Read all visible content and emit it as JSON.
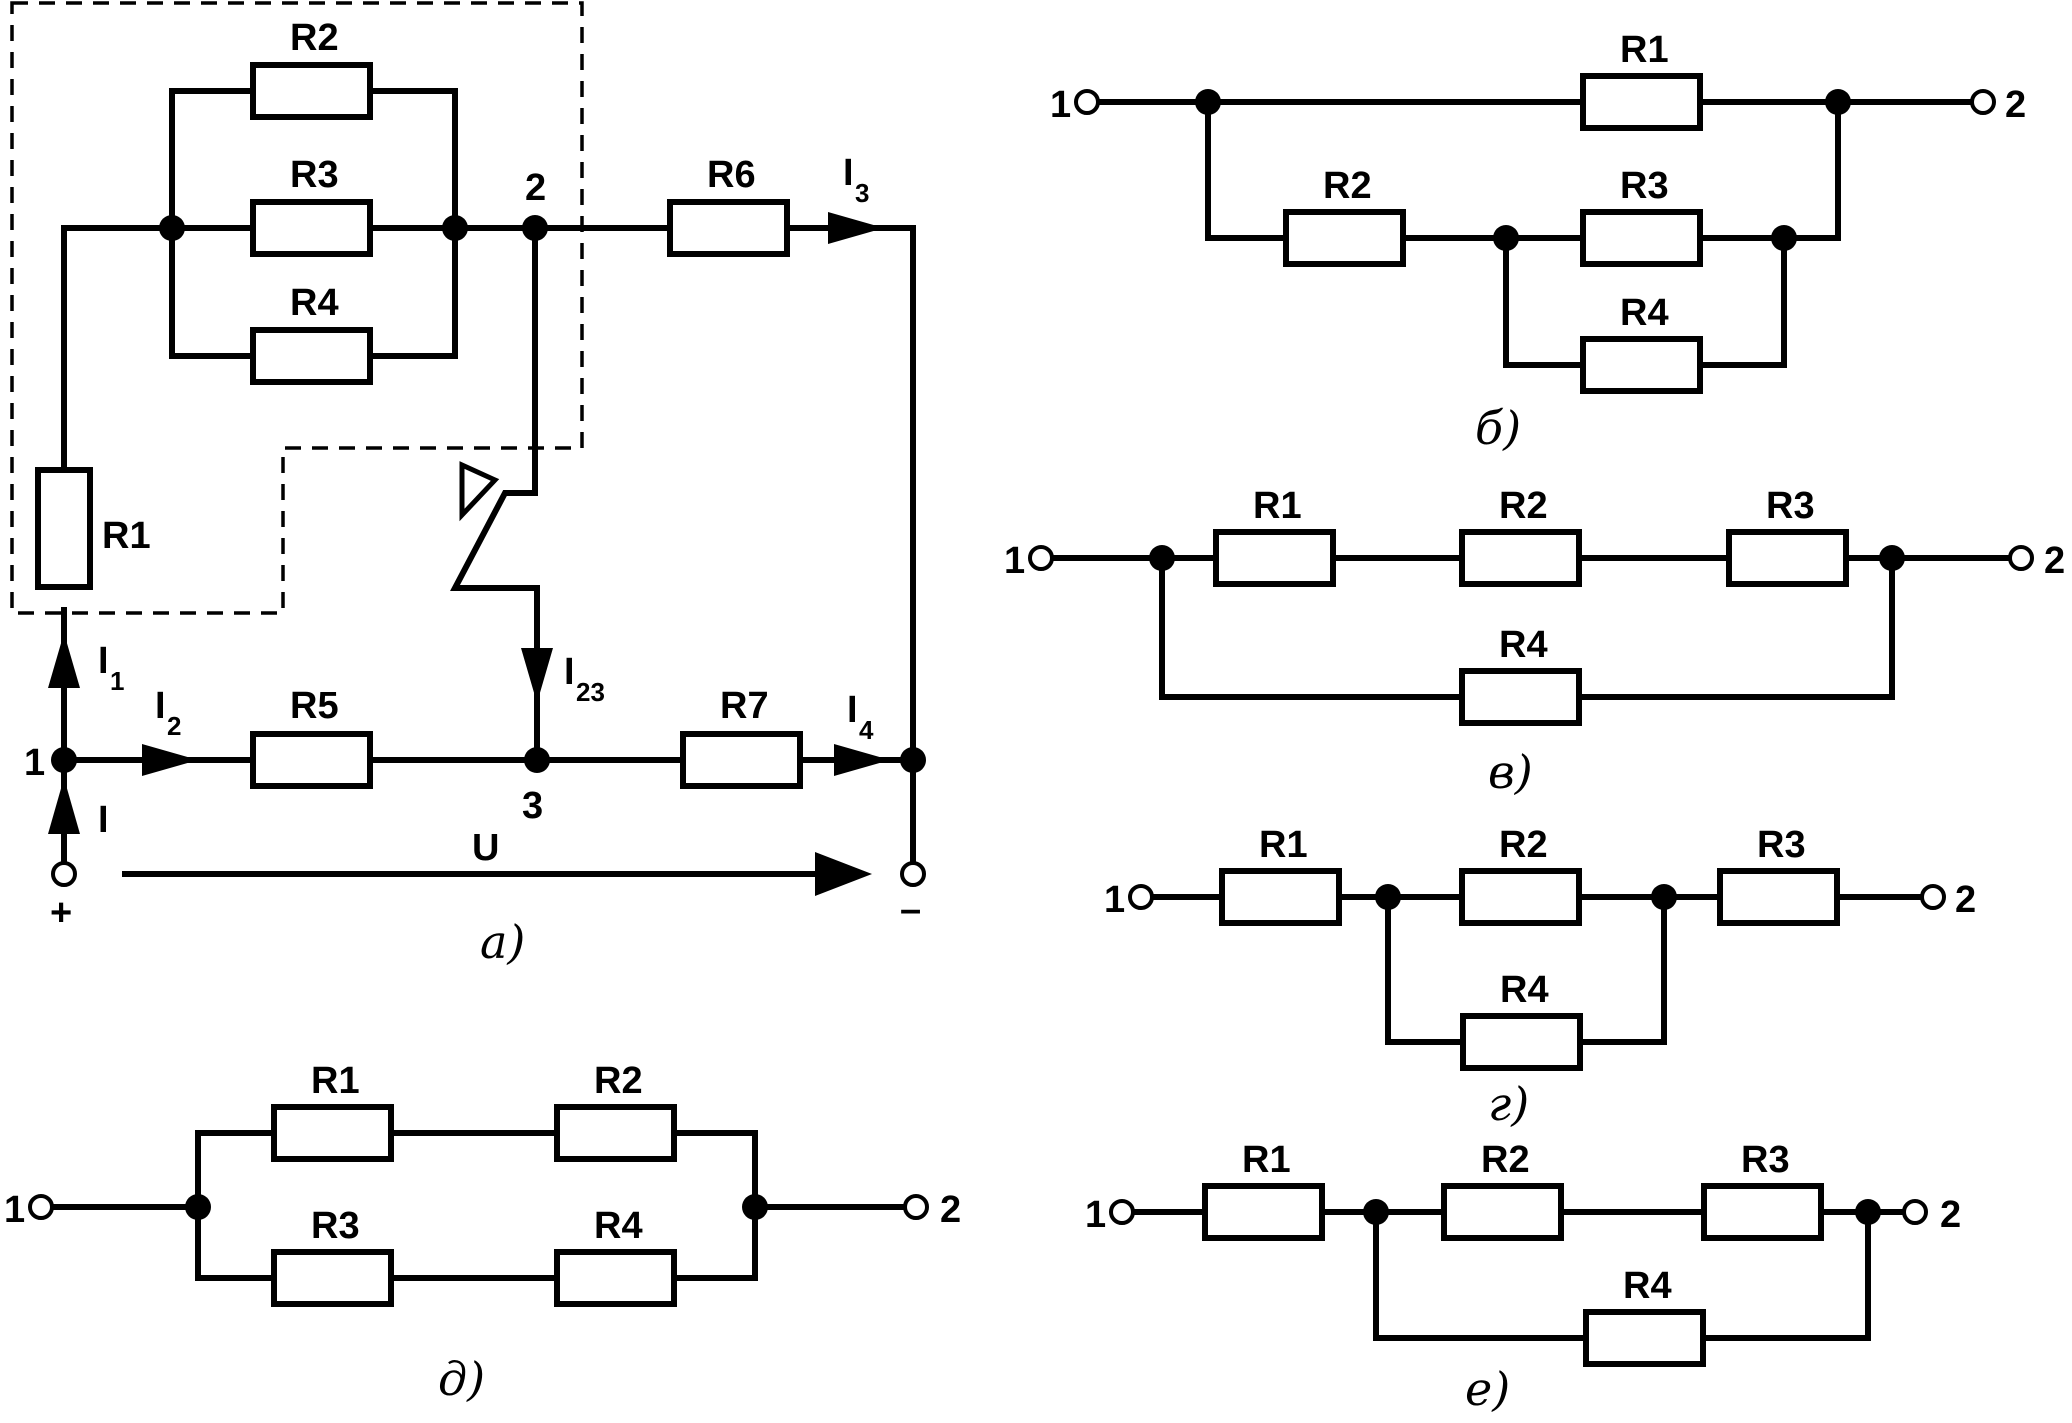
{
  "resistors": {
    "r1": "R1",
    "r2": "R2",
    "r3": "R3",
    "r4": "R4",
    "r5": "R5",
    "r6": "R6",
    "r7": "R7"
  },
  "currents": {
    "i": "I",
    "i1": "I",
    "i1_sub": "1",
    "i2": "I",
    "i2_sub": "2",
    "i3": "I",
    "i3_sub": "3",
    "i4": "I",
    "i4_sub": "4",
    "i23": "I",
    "i23_sub": "23"
  },
  "voltage": "U",
  "nodes": {
    "n1": "1",
    "n2": "2",
    "n3": "3"
  },
  "polarity": {
    "plus": "+",
    "minus": "–"
  },
  "captions": {
    "a": "а)",
    "b": "б)",
    "v": "в)",
    "g": "г)",
    "d": "д)",
    "e": "е)"
  }
}
